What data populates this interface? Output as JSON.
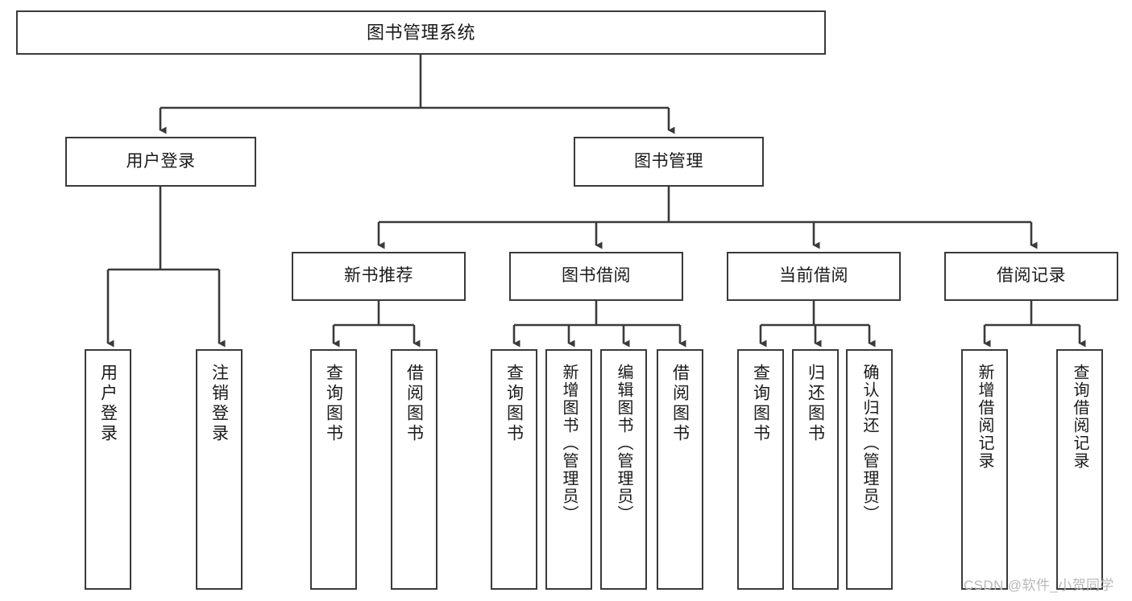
{
  "diagram": {
    "type": "tree",
    "title_node": {
      "id": "root",
      "label": "图书管理系统"
    },
    "level2": [
      {
        "id": "user-login",
        "label": "用户登录"
      },
      {
        "id": "book-manage",
        "label": "图书管理"
      }
    ],
    "level3": [
      {
        "id": "new-book-rec",
        "label": "新书推荐",
        "parent": "book-manage"
      },
      {
        "id": "book-borrow",
        "label": "图书借阅",
        "parent": "book-manage"
      },
      {
        "id": "current-borrow",
        "label": "当前借阅",
        "parent": "book-manage"
      },
      {
        "id": "borrow-record",
        "label": "借阅记录",
        "parent": "book-manage"
      }
    ],
    "leaves": [
      {
        "id": "leaf-user-login",
        "label": "用户登录",
        "parent": "user-login"
      },
      {
        "id": "leaf-logout",
        "label": "注销登录",
        "parent": "user-login"
      },
      {
        "id": "leaf-query-book-1",
        "label": "查询图书",
        "parent": "new-book-rec"
      },
      {
        "id": "leaf-borrow-book-1",
        "label": "借阅图书",
        "parent": "new-book-rec"
      },
      {
        "id": "leaf-query-book-2",
        "label": "查询图书",
        "parent": "book-borrow"
      },
      {
        "id": "leaf-add-book",
        "label": "新增图书（管理员）",
        "parent": "book-borrow"
      },
      {
        "id": "leaf-edit-book",
        "label": "编辑图书（管理员）",
        "parent": "book-borrow"
      },
      {
        "id": "leaf-borrow-book-2",
        "label": "借阅图书",
        "parent": "book-borrow"
      },
      {
        "id": "leaf-query-book-3",
        "label": "查询图书",
        "parent": "current-borrow"
      },
      {
        "id": "leaf-return-book",
        "label": "归还图书",
        "parent": "current-borrow"
      },
      {
        "id": "leaf-confirm-return",
        "label": "确认归还（管理员）",
        "parent": "current-borrow"
      },
      {
        "id": "leaf-add-record",
        "label": "新增借阅记录",
        "parent": "borrow-record"
      },
      {
        "id": "leaf-query-record",
        "label": "查询借阅记录",
        "parent": "borrow-record"
      }
    ],
    "colors": {
      "box_border": "#3a3a3a",
      "box_fill": "#ffffff",
      "connector": "#3a3a3a",
      "text": "#1a1a1a",
      "watermark": "#b9b9b9"
    }
  },
  "watermark": {
    "text": "CSDN @软件_小贺同学"
  }
}
